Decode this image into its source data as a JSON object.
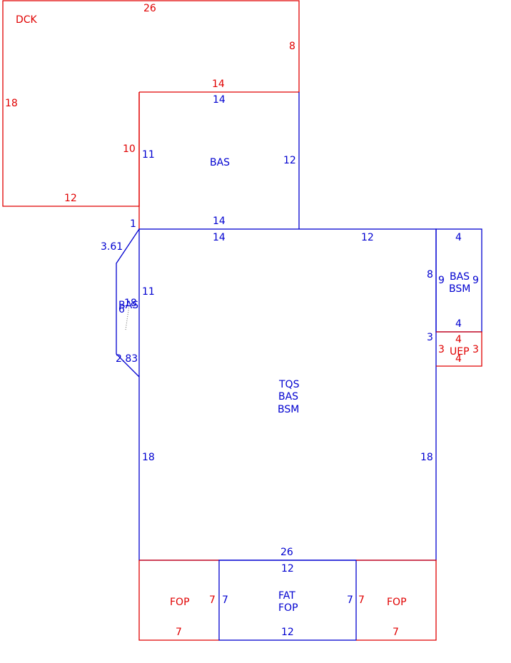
{
  "colors": {
    "red": "#e00000",
    "blue": "#0000d0",
    "background": "#ffffff"
  },
  "areas": {
    "dck": "DCK",
    "bas_upper": "BAS",
    "main": [
      "TQS",
      "BAS",
      "BSM"
    ],
    "right_bay": [
      "BAS",
      "BSM"
    ],
    "uep": "UEP",
    "fop_left": "FOP",
    "fop_right": "FOP",
    "center_bottom": [
      "FAT",
      "FOP"
    ],
    "left_bay": "BAS"
  },
  "dims": {
    "dck_top": "26",
    "dck_right": "8",
    "dck_left": "18",
    "dck_bottom": "12",
    "dck_inner_top": "14",
    "dck_inner_left": "10",
    "bas_top": "14",
    "bas_left": "11",
    "bas_right": "12",
    "bas_bottom": "14",
    "main_top_left": "14",
    "main_top_right": "12",
    "one": "1",
    "bay_angle_top": "3.61",
    "bay_left_11": "11",
    "bay_overlap_a": "18",
    "bay_overlap_b": "6",
    "bay_angle_bottom": "2.83",
    "main_left": "18",
    "main_right": "18",
    "main_bottom": "26",
    "right_bay_top": "4",
    "right_bay_left_outer": "8",
    "right_bay_left": "9",
    "right_bay_right": "9",
    "right_bay_bottom": "4",
    "uep_left_outer": "3",
    "uep_top": "4",
    "uep_left": "3",
    "uep_right": "3",
    "uep_bottom": "4",
    "fat_top": "12",
    "fat_bottom": "12",
    "fat_left": "7",
    "fat_right": "7",
    "fop_left_right": "7",
    "fop_left_bottom": "7",
    "fop_right_left": "7",
    "fop_right_bottom": "7"
  }
}
